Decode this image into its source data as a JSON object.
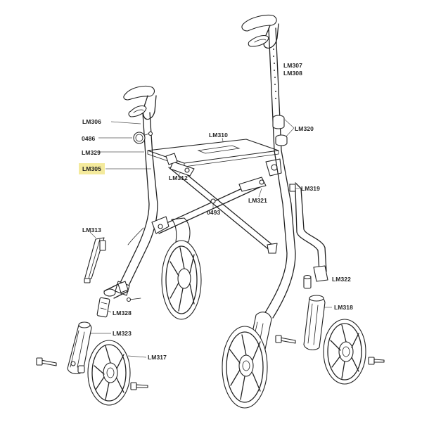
{
  "labels": {
    "lm307": "LM307",
    "lm308": "LM308",
    "lm306": "LM306",
    "lm320": "LM320",
    "p0486": "0486",
    "lm310": "LM310",
    "lm329": "LM329",
    "lm305": "LM305",
    "lm312": "LM312",
    "lm319": "LM319",
    "lm321": "LM321",
    "p0493": "0493",
    "lm313": "LM313",
    "lm322": "LM322",
    "lm328": "LM328",
    "lm318": "LM318",
    "lm323": "LM323",
    "lm317": "LM317"
  },
  "highlight": {
    "label": "LM305",
    "color": "#f4ea9c"
  }
}
